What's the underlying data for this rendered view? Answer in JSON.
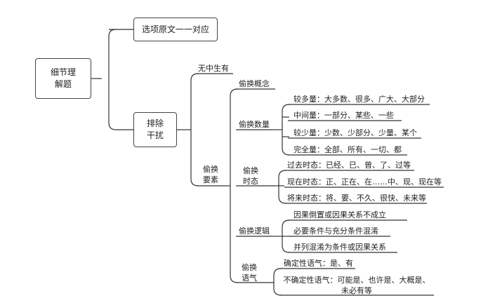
{
  "root": "细节理\n解题",
  "branch_match": "选项原文一一对应",
  "branch_exclude": "排除\n干扰",
  "fabricate": "无中生有",
  "swap_elements": "偷换\n要素",
  "concept": "偷换概念",
  "quantity": {
    "title": "偷换数量",
    "items": [
      "较多量：大多数、很多、广大、大部分",
      "中间量：一部分、某些、一些",
      "较少量：少数、少部分、少量、某个",
      "完全量：全部、所有、一切、都"
    ]
  },
  "tense": {
    "title": "偷换\n时态",
    "items": [
      "过去时态：已经、已、曾、了、过等",
      "现在时态：正、正在、在……中、现、现在等",
      "将来时态：将、要、不久、很快、未来等"
    ]
  },
  "logic": {
    "title": "偷换逻辑",
    "items": [
      "因果倒置或因果关系不成立",
      "必要条件与充分条件混淆",
      "并列混淆为条件或因果关系"
    ]
  },
  "tone": {
    "title": "偷换\n语气",
    "items": [
      "确定性语气：是、有",
      "不确定性语气：可能是、也许是、大概是、\n未必有等"
    ]
  }
}
